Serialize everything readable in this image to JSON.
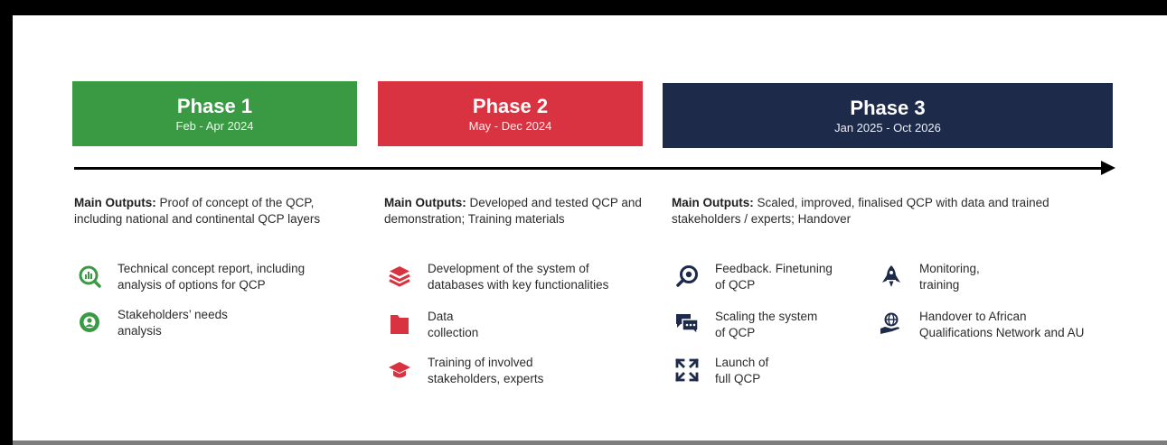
{
  "phases": [
    {
      "title": "Phase 1",
      "dates": "Feb - Apr 2024",
      "color": "#3a9a44"
    },
    {
      "title": "Phase 2",
      "dates": "May - Dec 2024",
      "color": "#d93240"
    },
    {
      "title": "Phase 3",
      "dates": "Jan 2025 - Oct 2026",
      "color": "#1d2a4a"
    }
  ],
  "outputs_label": "Main Outputs:",
  "outputs": [
    " Proof of concept of the QCP, including national and continental QCP layers",
    " Developed and tested QCP and demonstration; Training materials",
    " Scaled, improved, finalised QCP with data and trained stakeholders / experts; Handover"
  ],
  "phase1_items": [
    {
      "icon": "analysis-chart-icon",
      "lines": [
        "Technical concept report, including",
        "analysis of options for QCP"
      ]
    },
    {
      "icon": "stakeholders-icon",
      "lines": [
        "Stakeholders’ needs",
        "analysis"
      ]
    }
  ],
  "phase2_items": [
    {
      "icon": "database-layers-icon",
      "lines": [
        "Development of the system of",
        "databases with key functionalities"
      ]
    },
    {
      "icon": "folder-icon",
      "lines": [
        "Data",
        "collection"
      ]
    },
    {
      "icon": "graduation-cap-icon",
      "lines": [
        "Training of involved",
        "stakeholders, experts"
      ]
    }
  ],
  "phase3_items": [
    {
      "icon": "feedback-target-icon",
      "lines": [
        "Feedback. Finetuning",
        "of QCP"
      ]
    },
    {
      "icon": "chat-icon",
      "lines": [
        "Scaling the system",
        "of QCP"
      ]
    },
    {
      "icon": "expand-arrows-icon",
      "lines": [
        "Launch of",
        "full QCP"
      ]
    },
    {
      "icon": "rocket-icon",
      "lines": [
        "Monitoring,",
        "training"
      ]
    },
    {
      "icon": "globe-hand-icon",
      "lines": [
        "Handover to African",
        "Qualifications Network and AU"
      ]
    }
  ]
}
